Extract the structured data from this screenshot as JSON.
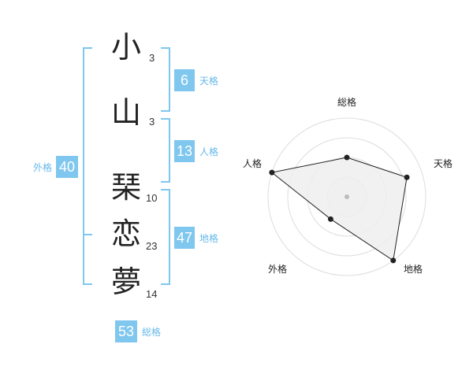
{
  "name_chars": [
    {
      "char": "小",
      "strokes": "3"
    },
    {
      "char": "山",
      "strokes": "3"
    },
    {
      "char": "琹",
      "strokes": "10"
    },
    {
      "char": "恋",
      "strokes": "23"
    },
    {
      "char": "夢",
      "strokes": "14"
    }
  ],
  "fortune": {
    "tenkaku": {
      "value": "6",
      "label": "天格"
    },
    "jinkaku": {
      "value": "13",
      "label": "人格"
    },
    "chikaku": {
      "value": "47",
      "label": "地格"
    },
    "gaikaku": {
      "value": "40",
      "label": "外格"
    },
    "soukaku": {
      "value": "53",
      "label": "総格"
    }
  },
  "radar": {
    "axes": [
      "総格",
      "天格",
      "地格",
      "外格",
      "人格"
    ],
    "levels": 4,
    "scores": [
      0.5,
      0.8,
      1.0,
      0.35,
      1.0
    ],
    "fill_color": "#eeeeee",
    "line_color": "#222222"
  },
  "colors": {
    "accent": "#7fc7ee",
    "label": "#66b9ea"
  }
}
